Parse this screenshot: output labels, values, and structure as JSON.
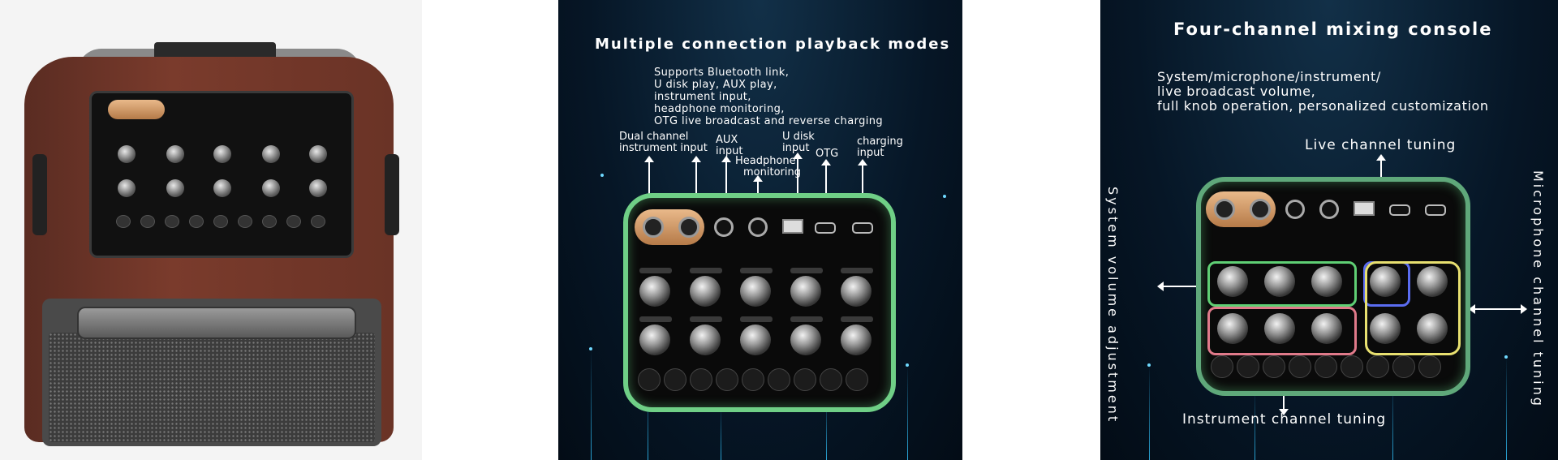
{
  "panel_connection": {
    "title": "Multiple connection playback modes",
    "features": [
      "Supports Bluetooth link,",
      "U disk play, AUX play,",
      "instrument input,",
      "headphone monitoring,",
      "OTG live broadcast and reverse charging"
    ],
    "labels": {
      "instrument": [
        "Dual channel",
        "instrument input"
      ],
      "aux": [
        "AUX",
        "input"
      ],
      "headphone": [
        "Headphone",
        "monitoring"
      ],
      "udisk": [
        "U disk",
        "input"
      ],
      "otg": "OTG",
      "charging": [
        "charging",
        "input"
      ]
    }
  },
  "panel_mixing": {
    "title": "Four-channel mixing console",
    "description": [
      "System/microphone/instrument/",
      " live broadcast volume,",
      "full knob operation, personalized customization"
    ],
    "live_label": "Live channel tuning",
    "system_label": "System volume adjustment",
    "microphone_label": "Microphone channel tuning",
    "instrument_label": "Instrument channel tuning"
  },
  "colors": {
    "panel_bg": "#061626",
    "console_border": "#6fcf86",
    "group_green": "#5fcf74",
    "group_red": "#e07a8a",
    "group_blue": "#5a6cf0",
    "group_yellow": "#e8e070",
    "leather": "#7a3b2c"
  }
}
